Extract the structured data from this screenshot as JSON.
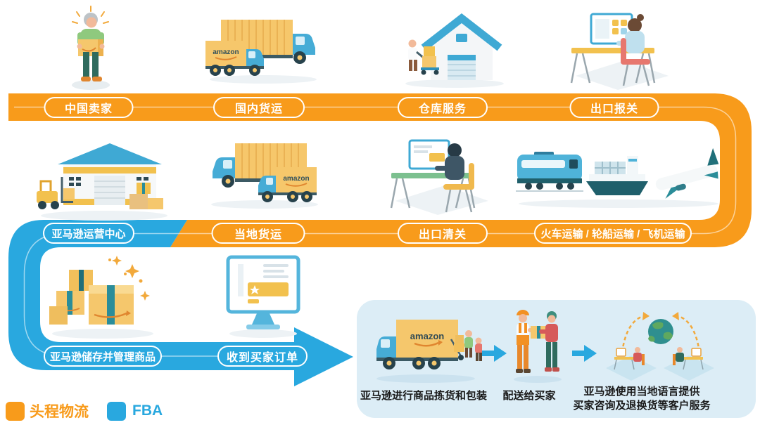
{
  "legend": {
    "first_leg": {
      "label": "头程物流",
      "color": "#F89B1B"
    },
    "fba": {
      "label": "FBA",
      "color": "#29A8DF"
    }
  },
  "stages": {
    "row1": [
      "中国卖家",
      "国内货运",
      "仓库服务",
      "出口报关"
    ],
    "row2": [
      "亚马逊运营中心",
      "当地货运",
      "出口清关",
      "火车运输 / 轮船运输 / 飞机运输"
    ],
    "row3": [
      "亚马逊储存并管理商品",
      "收到买家订单"
    ]
  },
  "fba_box": {
    "step1_caption": "亚马逊进行商品拣货和包装",
    "step2_caption": "配送给买家",
    "step3_caption_line1": "亚马逊使用当地语言提供",
    "step3_caption_line2": "买家咨询及退换货等客户服务"
  },
  "branding": {
    "truck_logo": "amazon"
  },
  "colors": {
    "orange": "#F89B1B",
    "blue": "#29A8DF",
    "box_bg": "#DCEDF6"
  }
}
